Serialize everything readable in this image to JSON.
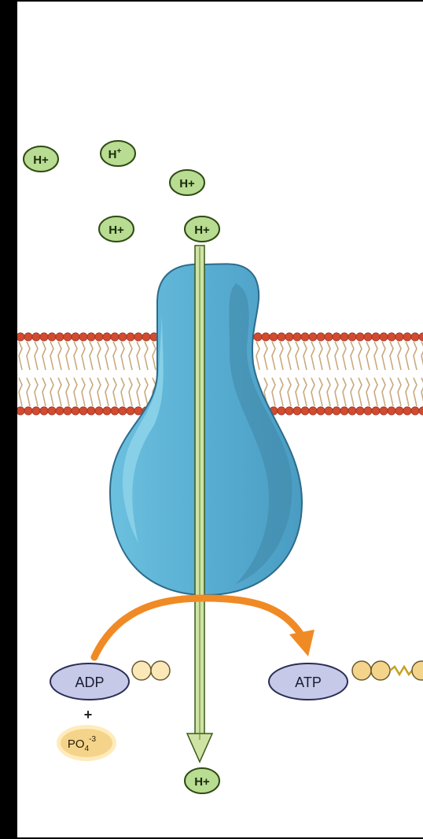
{
  "labels": {
    "proton": "H+",
    "proton_alt": "H",
    "proton_alt_charge": "+",
    "adp": "ADP",
    "atp": "ATP",
    "plus": "+",
    "phosphate": "PO",
    "phosphate_sub": "4",
    "phosphate_sup": "-3"
  },
  "colors": {
    "ion_fill": "#b8dc92",
    "ion_stroke": "#2f4a12",
    "enzyme": "#5aaed0",
    "enzyme_light": "#8dd0e8",
    "enzyme_dark": "#3f86a8",
    "channel": "#cfe3a4",
    "arrow": "#f08a24",
    "head_red": "#d24a30",
    "tail": "#c9a97c",
    "adp_fill": "#c6c9e8",
    "phosphate_fill": "#f4d48a",
    "phosphate_ring": "#ffe9b4"
  }
}
